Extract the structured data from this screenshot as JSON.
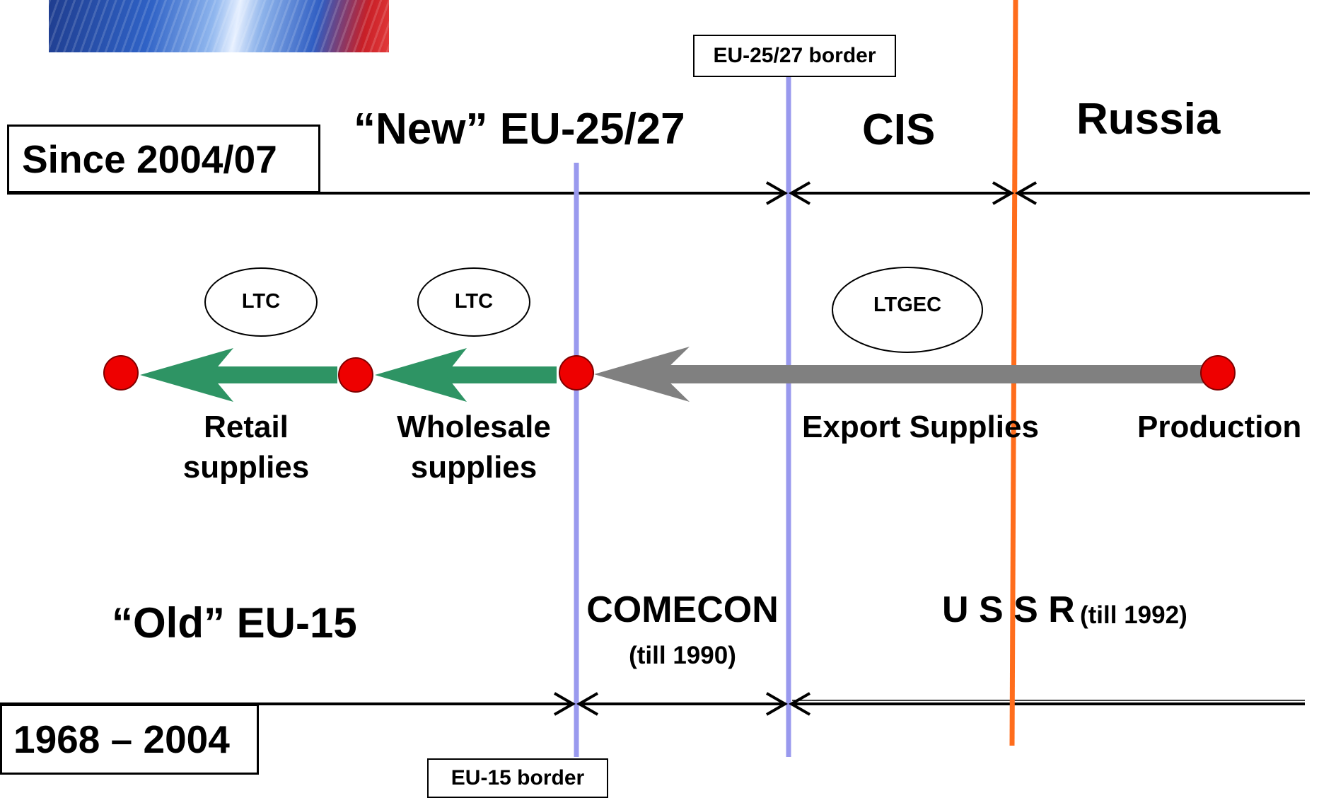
{
  "period_top": {
    "label": "Since 2004/07"
  },
  "period_bottom": {
    "label": "1968 – 2004"
  },
  "borders": {
    "eu25_27": "EU-25/27 border",
    "eu15": "EU-15 border"
  },
  "regions_top": {
    "new_eu": "“New” EU-25/27",
    "cis": "CIS",
    "russia": "Russia"
  },
  "regions_bottom": {
    "old_eu": "“Old” EU-15",
    "comecon": "COMECON",
    "comecon_note": "(till 1990)",
    "ussr": "U S S R",
    "ussr_note": "(till 1992)"
  },
  "contracts": {
    "retail": "LTC",
    "wholesale": "LTC",
    "export": "LTGEC"
  },
  "stages": {
    "retail_line1": "Retail",
    "retail_line2": "supplies",
    "wholesale_line1": "Wholesale",
    "wholesale_line2": "supplies",
    "export": "Export Supplies",
    "production": "Production"
  },
  "colors": {
    "green_arrow": "#2e9464",
    "gray_arrow": "#808080",
    "node": "#ee0000",
    "border_line": "#9999ee",
    "russia_border": "#ff6d1c"
  }
}
